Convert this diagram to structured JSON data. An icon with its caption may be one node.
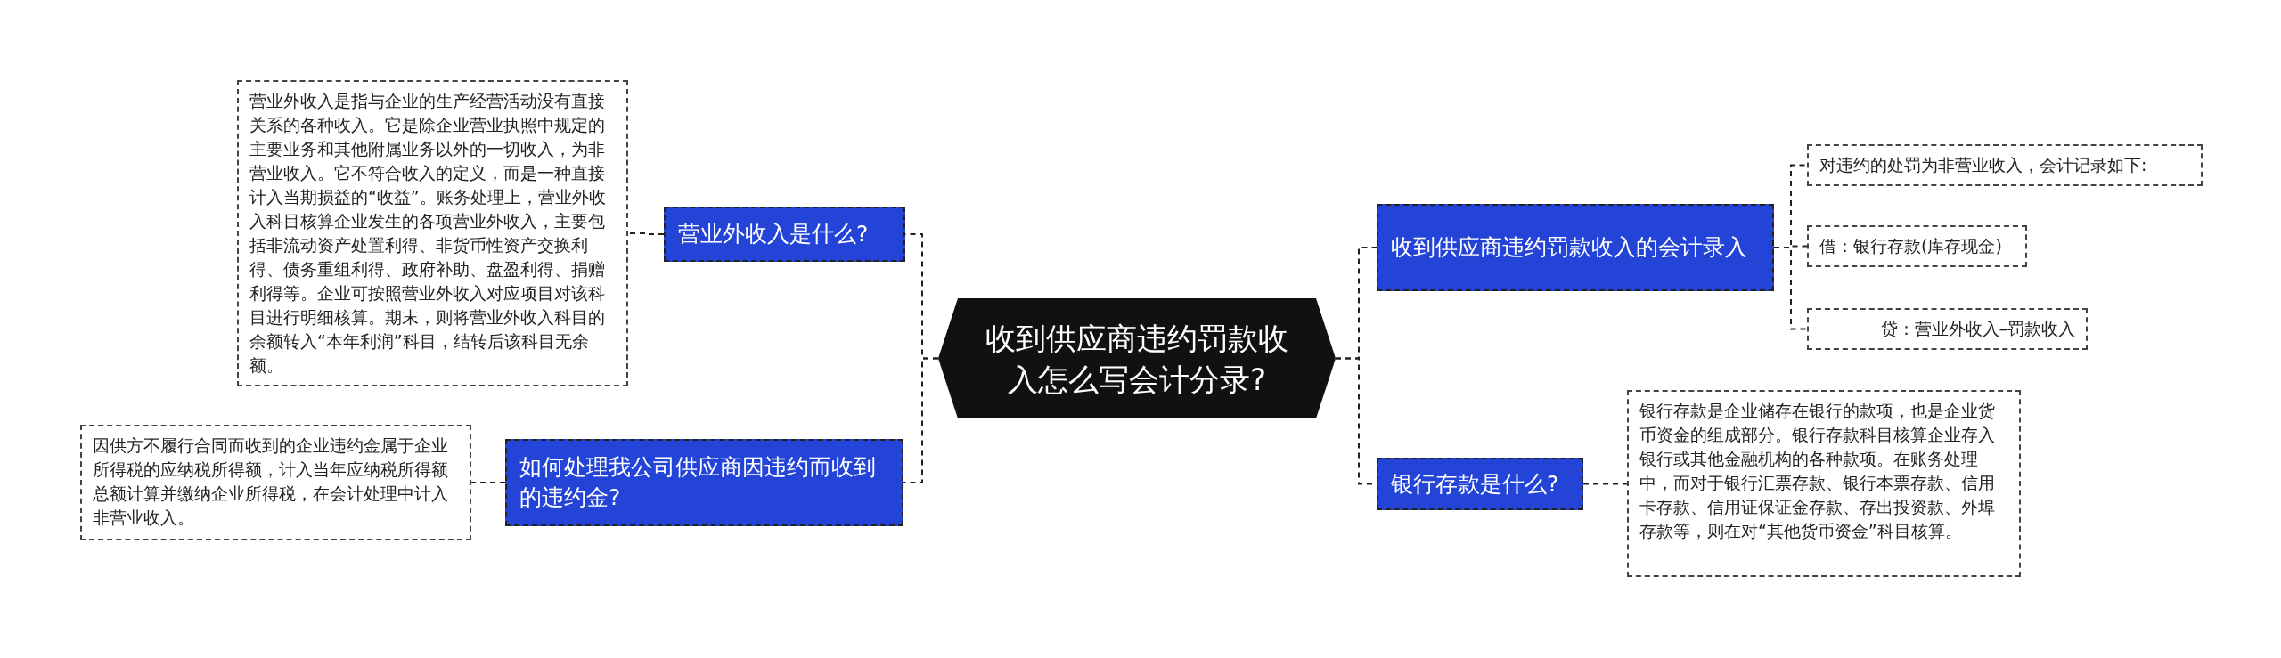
{
  "diagram": {
    "nodes": [
      {
        "text": [
          "收到供应商违约罚款收入怎么写会计分录?"
        ]
      },
      {
        "text": [
          "营业外收入是什么?"
        ]
      },
      {
        "text": [
          "营业外收入是指与企业的生产经营活动没有直接关系的各种收入。它是除企业营业执照中规定的主要业务和其他附属业务以外的一切收入，为非营业收入。它不符合收入的定义，而是一种直接计入当期损益的“收益”。账务处理上，营业外收入科目核算企业发生的各项营业外收入，主要包括非流动资产处置利得、非货币性资产交换利得、债务重组利得、政府补助、盘盈利得、捐赠利得等。企业可按照营业外收入对应项目对该科目进行明细核算。期末，则将营业外收入科目的余额转入“本年利润”科目，结转后该科目无余额。"
        ]
      },
      {
        "text": [
          "如何处理我公司供应商因违约而收到的违约金?"
        ]
      },
      {
        "text": [
          "因供方不履行合同而收到的企业违约金属于企业所得税的应纳税所得额，计入当年应纳税所得额总额计算并缴纳企业所得税，在会计处理中计入非营业收入。"
        ]
      },
      {
        "text": [
          "收到供应商违约罚款收入的会计录入"
        ]
      },
      {
        "text": [
          "对违约的处罚为非营业收入，会计记录如下:"
        ]
      },
      {
        "text": [
          "借：银行存款(库存现金)"
        ]
      },
      {
        "text": [
          "贷：营业外收入–罚款收入"
        ]
      },
      {
        "text": [
          "银行存款是什么?"
        ]
      },
      {
        "text": [
          "银行存款是企业储存在银行的款项，也是企业货币资金的组成部分。银行存款科目核算企业存入银行或其他金融机构的各种款项。在账务处理中，而对于银行汇票存款、银行本票存款、信用卡存款、信用证保证金存款、存出投资款、外埠存款等，则在对“其他货币资金”科目核算。"
        ]
      }
    ],
    "edges": [
      {
        "from": 0,
        "to": 1,
        "arrow": "none",
        "style": "dashed"
      },
      {
        "from": 1,
        "to": 2,
        "arrow": "none",
        "style": "dashed"
      },
      {
        "from": 0,
        "to": 3,
        "arrow": "none",
        "style": "dashed"
      },
      {
        "from": 3,
        "to": 4,
        "arrow": "none",
        "style": "dashed"
      },
      {
        "from": 0,
        "to": 5,
        "arrow": "none",
        "style": "dashed"
      },
      {
        "from": 5,
        "to": 6,
        "arrow": "none",
        "style": "dashed"
      },
      {
        "from": 5,
        "to": 7,
        "arrow": "none",
        "style": "dashed"
      },
      {
        "from": 5,
        "to": 8,
        "arrow": "none",
        "style": "dashed"
      },
      {
        "from": 0,
        "to": 9,
        "arrow": "none",
        "style": "dashed"
      },
      {
        "from": 9,
        "to": 10,
        "arrow": "none",
        "style": "dashed"
      }
    ]
  }
}
